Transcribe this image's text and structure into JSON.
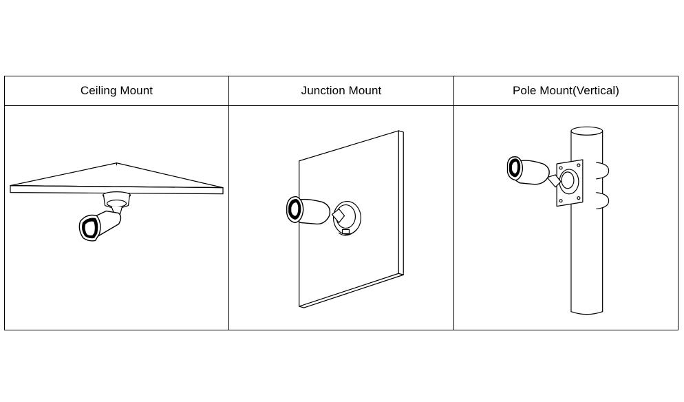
{
  "table": {
    "columns": [
      {
        "heading": "Ceiling Mount",
        "illustration": "ceiling-mount-camera-illustration"
      },
      {
        "heading": "Junction Mount",
        "illustration": "junction-mount-camera-illustration"
      },
      {
        "heading": "Pole Mount(Vertical)",
        "illustration": "pole-mount-camera-illustration"
      }
    ]
  }
}
